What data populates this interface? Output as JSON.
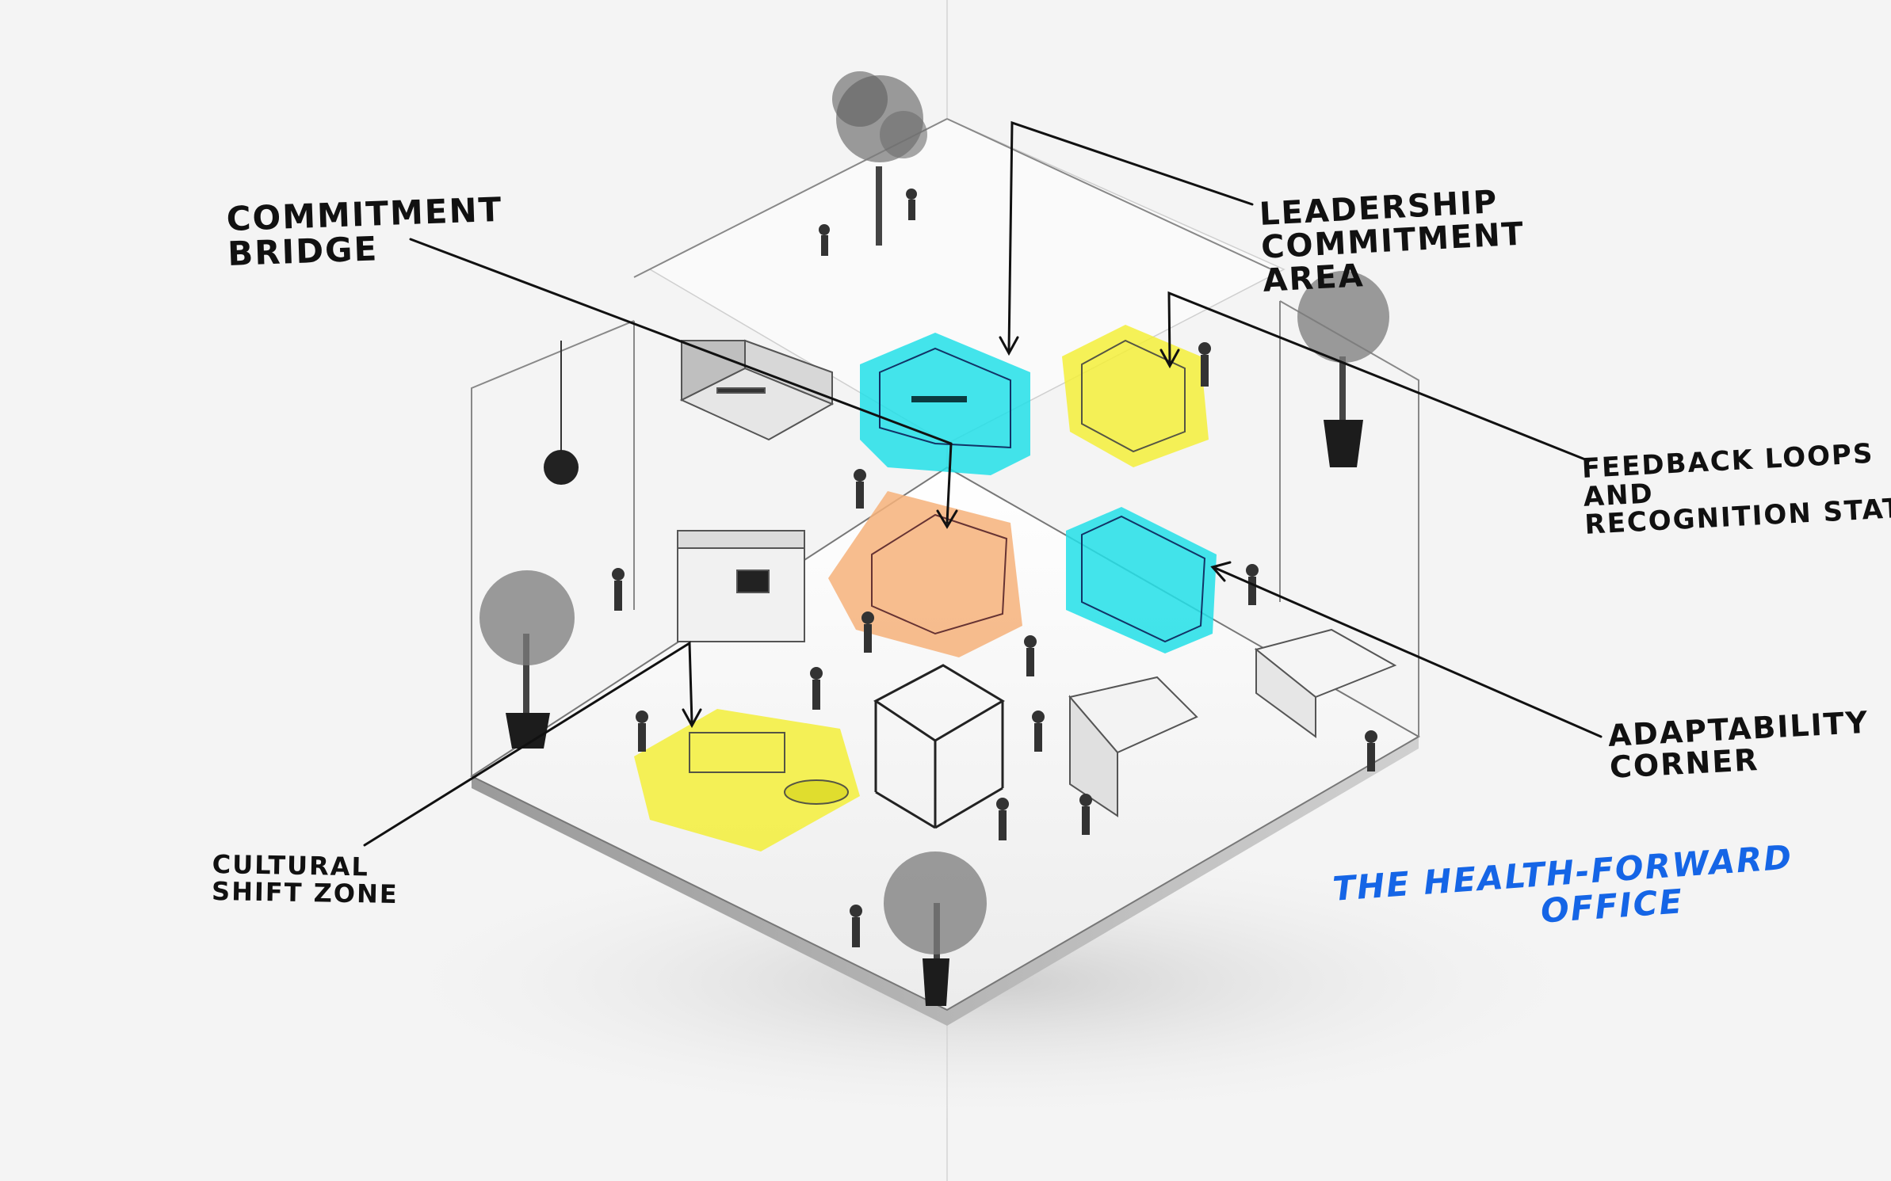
{
  "title": {
    "line1": "THE HEALTH-FORWARD",
    "line2": "OFFICE"
  },
  "labels": {
    "commitment_bridge": [
      "COMMITMENT",
      "BRIDGE"
    ],
    "leadership_area": [
      "LEADERSHIP",
      "COMMITMENT",
      "AREA"
    ],
    "feedback_loops": [
      "FEEDBACK LOOPS",
      "AND",
      "RECOGNITION STATIONS"
    ],
    "adaptability_corner": [
      "ADAPTABILITY",
      "CORNER"
    ],
    "cultural_shift_zone": [
      "CULTURAL",
      "SHIFT ZONE"
    ]
  },
  "colors": {
    "cyan_highlight": "#22dfe8",
    "yellow_highlight": "#f3ef3a",
    "orange_highlight": "#f6b27a",
    "title_blue": "#1565e6",
    "ink": "#111111"
  }
}
